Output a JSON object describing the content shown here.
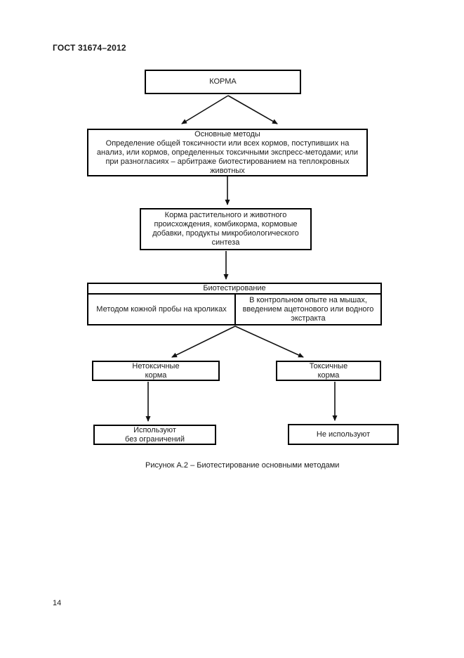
{
  "page": {
    "header": "ГОСТ 31674–2012",
    "page_number": "14"
  },
  "figure": {
    "caption": "Рисунок А.2 – Биотестирование основными методами",
    "nodes": {
      "korma": "КОРМА",
      "osnovnye": {
        "title": "Основные методы",
        "body": "Определение общей токсичности или всех кормов, поступивших на анализ, или кормов, определенных токсичными экспресс-методами; или при разногласиях – арбитраже биотестированием на теплокровных животных"
      },
      "korma_rast": "Корма растительного и животного происхождения, комбикорма, кормовые добавки, продукты микробиологического синтеза",
      "biotest": {
        "header": "Биотестирование",
        "left": "Методом кожной пробы на кроликах",
        "right": "В контрольном опыте на мышах, введением ацетонового или водного экстракта"
      },
      "netoksichnye": {
        "line1": "Нетоксичные",
        "line2": "корма"
      },
      "toksichnye": {
        "line1": "Токсичные",
        "line2": "корма"
      },
      "ispolzuyut": {
        "line1": "Используют",
        "line2": "без ограничений"
      },
      "ne_ispolzuyut": "Не используют"
    }
  },
  "colors": {
    "background": "#ffffff",
    "border": "#000000",
    "text": "#1a1a1a"
  }
}
